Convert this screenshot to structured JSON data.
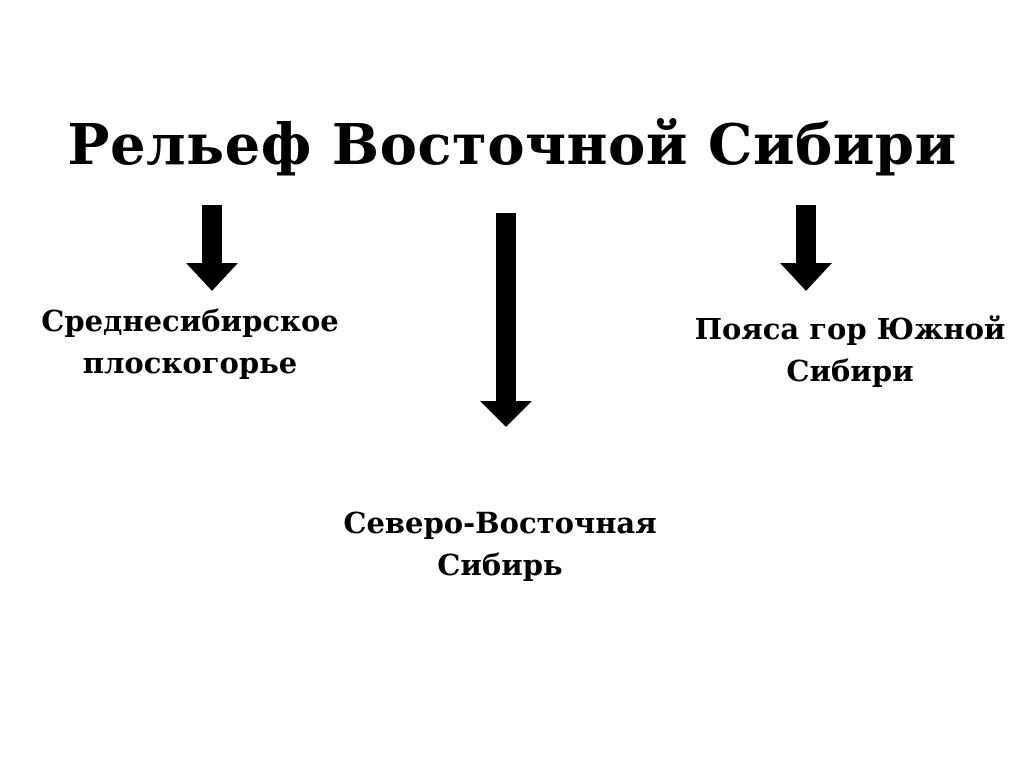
{
  "diagram": {
    "title": "Рельеф Восточной Сибири",
    "colors": {
      "background": "#ffffff",
      "ink": "#000000"
    },
    "nodes": [
      {
        "id": "left",
        "lines": [
          "Среднесибирское",
          "плоскогорье"
        ]
      },
      {
        "id": "middle",
        "lines": [
          "Северо-Восточная",
          "Сибирь"
        ]
      },
      {
        "id": "right",
        "lines": [
          "Пояса гор Южной",
          "Сибири"
        ]
      }
    ]
  }
}
